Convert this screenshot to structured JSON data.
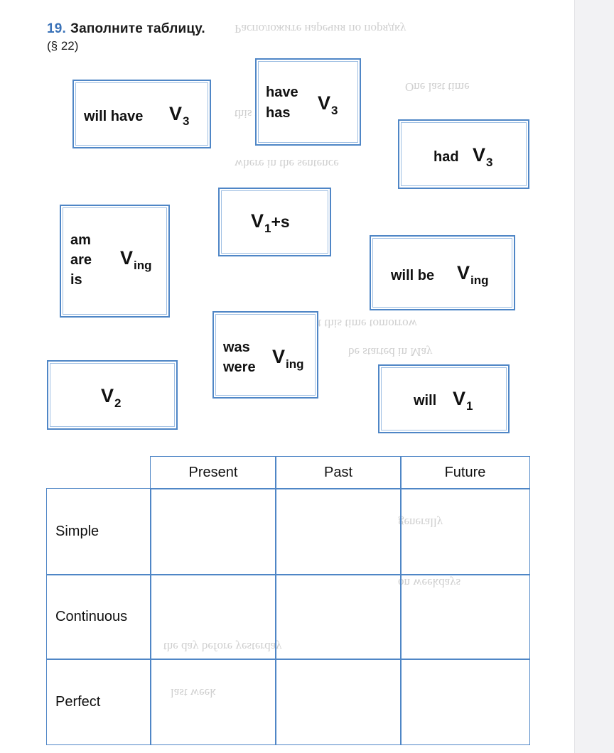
{
  "exercise": {
    "number": "19.",
    "title": "Заполните таблицу.",
    "reference": "(§ 22)"
  },
  "cards": {
    "will_have_v3": {
      "text": "will have",
      "v": "V",
      "sub": "3"
    },
    "have_has_v3": {
      "line1": "have",
      "line2": "has",
      "v": "V",
      "sub": "3"
    },
    "had_v3": {
      "text": "had",
      "v": "V",
      "sub": "3"
    },
    "v1_s": {
      "v": "V",
      "sub": "1",
      "suffix": "+s"
    },
    "am_are_is_ving": {
      "line1": "am",
      "line2": "are",
      "line3": "is",
      "v": "V",
      "sub": "ing"
    },
    "will_be_ving": {
      "text": "will be",
      "v": "V",
      "sub": "ing"
    },
    "was_were_ving": {
      "line1": "was",
      "line2": "were",
      "v": "V",
      "sub": "ing"
    },
    "v2": {
      "v": "V",
      "sub": "2"
    },
    "will_v1": {
      "text": "will",
      "v": "V",
      "sub": "1"
    }
  },
  "table": {
    "columns": [
      "Present",
      "Past",
      "Future"
    ],
    "rows": [
      "Simple",
      "Continuous",
      "Perfect"
    ]
  }
}
